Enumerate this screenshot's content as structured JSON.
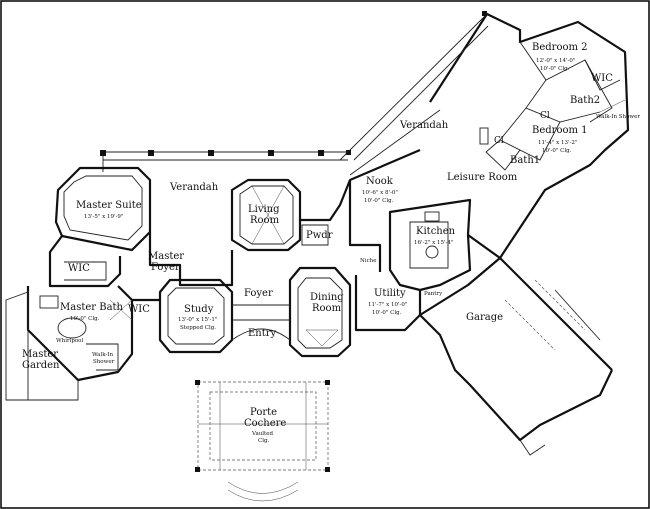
{
  "rooms": {
    "bedroom2": {
      "name": "Bedroom 2",
      "dims": "12'-0\" x 14'-0\"",
      "ceiling": "10'-0\" Clg."
    },
    "bedroom1": {
      "name": "Bedroom 1",
      "dims": "11'-4\" x 13'-2\"",
      "ceiling": "10'-0\" Clg."
    },
    "wic_top": {
      "name": "WIC"
    },
    "bath2": {
      "name": "Bath2"
    },
    "cl_1": {
      "name": "Cl"
    },
    "cl_2": {
      "name": "Cl"
    },
    "bath1": {
      "name": "Bath1"
    },
    "walk_in_shower_top": {
      "name": "Walk-In Shower"
    },
    "verandah_top": {
      "name": "Verandah"
    },
    "leisure_room": {
      "name": "Leisure Room"
    },
    "verandah_left": {
      "name": "Verandah"
    },
    "master_suite": {
      "name": "Master Suite",
      "dims": "13'-5\" x 19'-9\""
    },
    "living_room": {
      "name": "Living Room",
      "line1": "Living",
      "line2": "Room"
    },
    "nook": {
      "name": "Nook",
      "dims": "10'-6\" x 8'-0\"",
      "ceiling": "10'-0\" Clg."
    },
    "kitchen": {
      "name": "Kitchen",
      "dims": "16'-2\" x 15'-4\""
    },
    "pwdr": {
      "name": "Pwdr"
    },
    "wic_left": {
      "name": "WIC"
    },
    "master_foyer": {
      "name": "Master Foyer",
      "line1": "Master",
      "line2": "Foyer"
    },
    "foyer": {
      "name": "Foyer"
    },
    "niche": {
      "name": "Niche"
    },
    "pantry": {
      "name": "Pantry"
    },
    "master_bath": {
      "name": "Master Bath",
      "ceiling": "10'-0\" Clg."
    },
    "wic_bath": {
      "name": "WIC"
    },
    "study": {
      "name": "Study",
      "dims": "13'-0\" x 15'-1\"",
      "ceiling": "Stepped Clg."
    },
    "dining_room": {
      "name": "Dining Room",
      "line1": "Dining",
      "line2": "Room"
    },
    "utility": {
      "name": "Utility",
      "dims": "11'-7\" x 10'-0\"",
      "ceiling": "10'-0\" Clg."
    },
    "garage": {
      "name": "Garage"
    },
    "whirlpool": {
      "name": "Whirlpool"
    },
    "walk_in_shower_master": {
      "name": "Walk-In Shower",
      "line1": "Walk-In",
      "line2": "Shower"
    },
    "master_garden": {
      "name": "Master Garden",
      "line1": "Master",
      "line2": "Garden"
    },
    "entry": {
      "name": "Entry"
    },
    "porte_cochere": {
      "name": "Porte Cochere",
      "line1": "Porte",
      "line2": "Cochere",
      "ceiling_line1": "Vaulted",
      "ceiling_line2": "Clg."
    }
  }
}
